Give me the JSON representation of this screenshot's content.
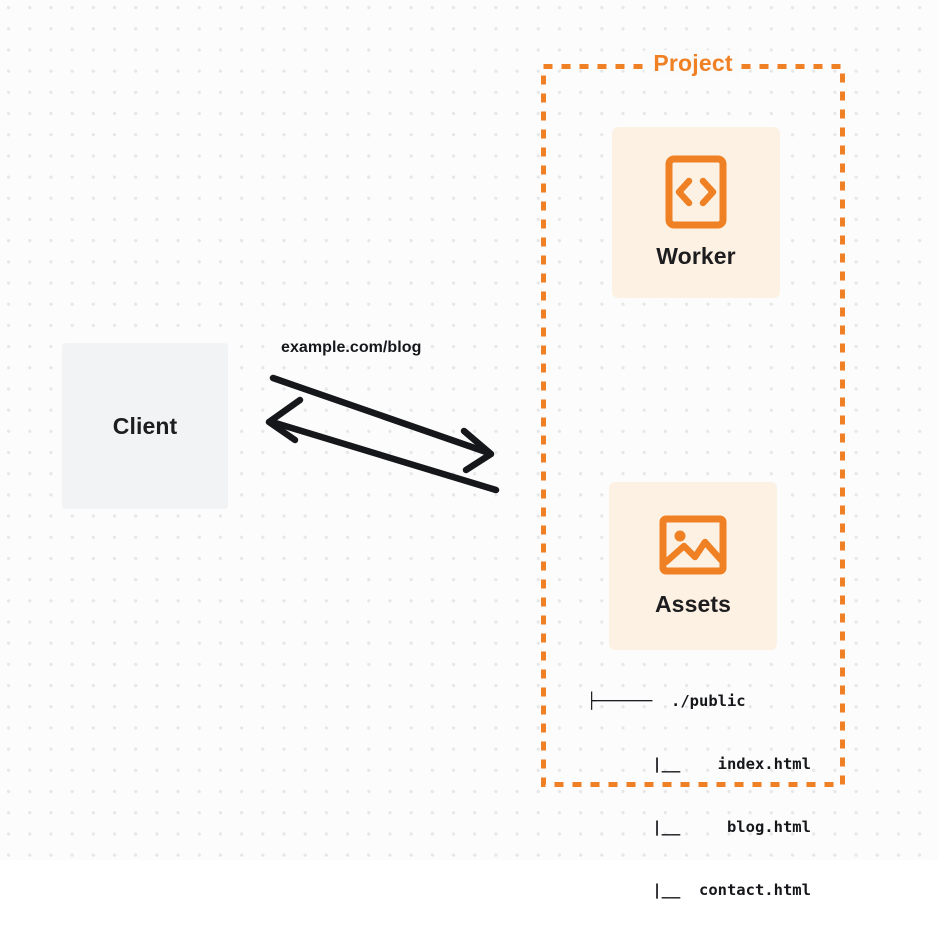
{
  "diagram": {
    "type": "architecture-flow",
    "background": {
      "color": "#fcfcfd",
      "dot_grid_color": "#e6e7e9"
    },
    "colors": {
      "accent_orange": "#ef8023",
      "card_fill": "#fdf1e4",
      "client_fill": "#f2f3f4",
      "text_dark": "#16171a"
    }
  },
  "client": {
    "label": "Client",
    "icon": "client-box"
  },
  "flow": {
    "request_label": "example.com/blog",
    "request_arrow": {
      "name": "request-arrow",
      "direction": "client-to-project"
    },
    "response_arrow": {
      "name": "response-arrow",
      "direction": "project-to-client"
    }
  },
  "project": {
    "title": "Project",
    "border_style": "dashed",
    "services": [
      {
        "id": "worker",
        "label": "Worker",
        "icon": "code-brackets-icon"
      },
      {
        "id": "assets",
        "label": "Assets",
        "icon": "image-icon"
      }
    ],
    "file_tree": {
      "lines": [
        "├──────  ./public",
        "       |__    index.html",
        "       |__     blog.html",
        "       |__  contact.html"
      ]
    }
  }
}
